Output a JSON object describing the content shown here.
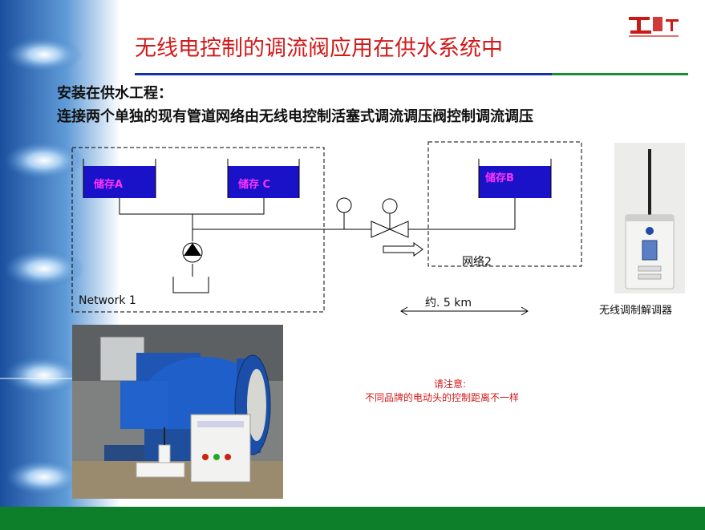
{
  "slide": {
    "title": "无线电控制的调流阀应用在供水系统中",
    "intro_line1": "安装在供水工程：",
    "intro_line2": "连接两个单独的现有管道网络由无线电控制活塞式调流调压阀控制调流调压"
  },
  "diagram": {
    "tank_a": "储存A",
    "tank_c": "储存 C",
    "tank_b": "储存B",
    "network1_label": "Network 1",
    "network2_label": "网络2",
    "distance_label": "约. 5 km"
  },
  "device": {
    "caption": "无线调制解调器"
  },
  "note": {
    "title": "请注意:",
    "body": "不同品牌的电动头的控制距离不一样"
  },
  "colors": {
    "title_red": "#d11a1a",
    "tank_blue": "#1a12c8",
    "tank_label": "#ff33ff",
    "footer_green": "#0d7f2a",
    "rule_blue": "#1530a8"
  }
}
